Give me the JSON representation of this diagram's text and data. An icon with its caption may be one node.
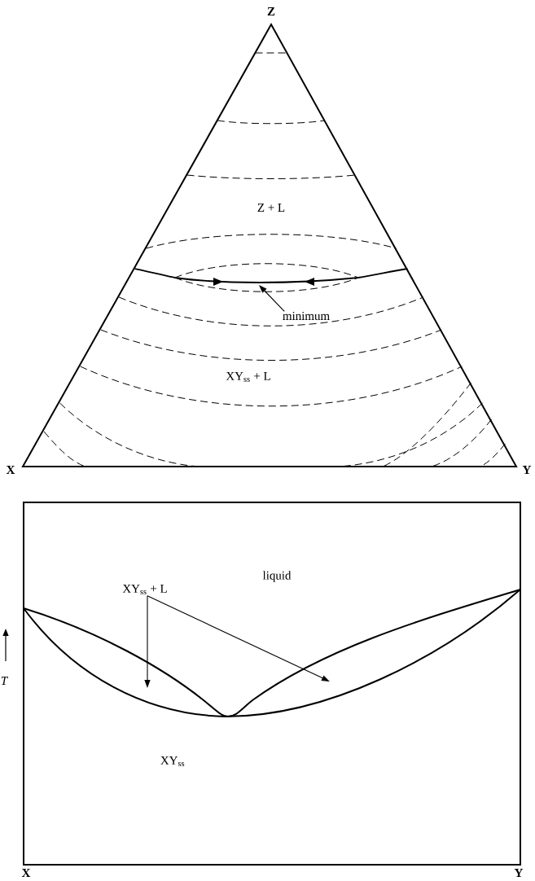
{
  "diagram": {
    "nodes": [
      {
        "text": [
          "minimum"
        ]
      },
      {
        "text": [
          "XY$_{ss}$ + L"
        ]
      }
    ],
    "edges": [
      {
        "from": 0,
        "to": null,
        "arrow": "to"
      },
      {
        "from": 1,
        "to": null,
        "arrow": "to"
      },
      {
        "from": 1,
        "to": null,
        "arrow": "to"
      }
    ],
    "labels": [
      "Z",
      "Z + L",
      "XY$_{ss}$ + L",
      "X",
      "Y",
      "liquid",
      "T",
      "XY$_{ss}$",
      "X",
      "Y"
    ]
  }
}
